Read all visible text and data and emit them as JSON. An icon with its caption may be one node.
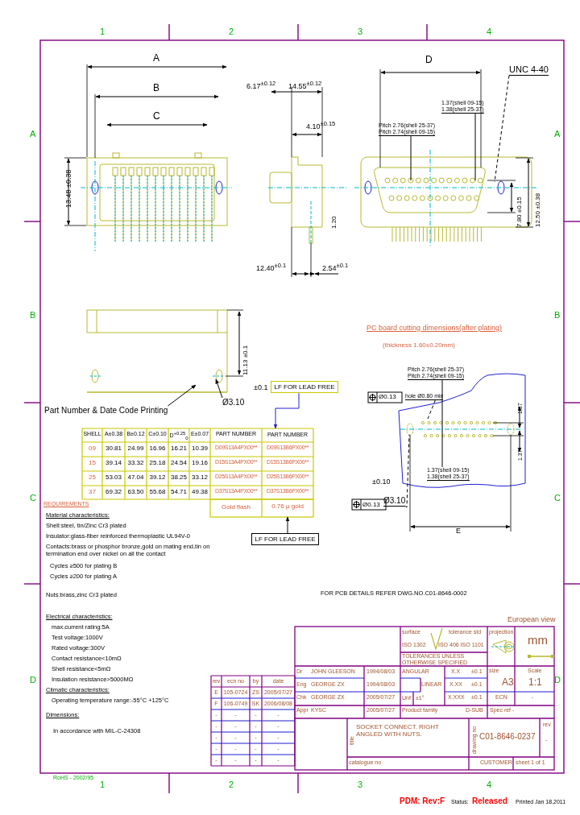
{
  "diagram": {
    "nodes": [
      {
        "text": [
          "UNC 4-40"
        ]
      },
      {
        "text": [
          "LF FOR LEAD FREE"
        ],
        "beside": [
          "±0.1"
        ]
      },
      {
        "text": [
          "Ø3.10"
        ]
      },
      {
        "text": [
          "Part Number & Date Code Printing"
        ]
      },
      {
        "text": [
          "LF FOR LEAD FREE"
        ]
      },
      {
        "text": [
          "1.37(shell 09-15)",
          "1.38(shell 25-37)"
        ]
      },
      {
        "text": [
          "Pitch 2.76(shell 25-37)",
          "Pitch 2.74(shell 09-15)"
        ]
      },
      {
        "text": [
          "Pitch 2.76(shell 25-37)",
          "Pitch 2.74(shell 09-15)"
        ]
      },
      {
        "text": [
          "hole Ø0.80 min"
        ]
      },
      {
        "text": [
          "1.37(shell 09-15)",
          "1.38(shell 25-37)"
        ]
      },
      {
        "text": [
          "Ø3.10"
        ],
        "beside": [
          "Ø0.13"
        ]
      },
      {
        "text": [
          "PART NUMBER"
        ]
      },
      {
        "text": [
          "0.76 μ gold"
        ]
      }
    ],
    "edges": [
      {
        "from": 0,
        "to": null,
        "arrow": "none",
        "style": "dashed"
      },
      {
        "from": 1,
        "to": 11,
        "arrow": "to",
        "color": "#2020d0"
      },
      {
        "from": 2,
        "to": null,
        "arrow": "to"
      },
      {
        "from": 3,
        "to": null,
        "arrow": "to"
      },
      {
        "from": 4,
        "to": 12,
        "arrow": "to"
      },
      {
        "from": 5,
        "to": null,
        "arrow": "none"
      },
      {
        "from": 6,
        "to": null,
        "arrow": "none"
      },
      {
        "from": 7,
        "to": 9,
        "arrow": "none"
      },
      {
        "from": 8,
        "to": null,
        "arrow": "none",
        "style": "dashed"
      },
      {
        "from": 10,
        "to": null,
        "arrow": "none",
        "style": "dashed"
      }
    ],
    "labels": [
      "1",
      "2",
      "3",
      "4",
      "A",
      "A",
      "A",
      "B",
      "C",
      "6.17$^{±0.12}$",
      "14.55$^{±0.12}$",
      "4.10$^{±0.15}$",
      "13.48 ±0.38",
      "1.20",
      "12.40$^{±0.1}$",
      "2.54$^{±0.1}$",
      "D",
      "7.80 ±0.15",
      "12.50 ±0.38",
      "B",
      "B",
      "11.13 ±0.1",
      "PC board cutting dimensions(after plating)",
      "(thickness 1.60±0.20mm)",
      "Ø0.13",
      "1.37",
      "1.37",
      "±0.10",
      "E",
      "C",
      "C",
      "SHELL",
      "A±0.38",
      "B±0.12",
      "C±0.10",
      "D$^{+0.25}$$_{0}$",
      "E±0.07",
      "PART NUMBER",
      "09",
      "30.81",
      "24.99",
      "16.96",
      "16.21",
      "10.39",
      "D09S13A4PX00**",
      "D09S13B6PX00**",
      "15",
      "39.14",
      "33.32",
      "25.18",
      "24.54",
      "19.16",
      "D15S13A4PX00**",
      "D15S13B6PX00**",
      "25",
      "53.03",
      "47.04",
      "39.12",
      "38.25",
      "33.12",
      "D25S13A4PX00**",
      "D25S13B6PX00**",
      "37",
      "69.32",
      "63.50",
      "55.68",
      "54.71",
      "49.38",
      "D37S13A4PX00**",
      "D37S13B6PX00**",
      "Gold flash",
      "REQUIREMENTS",
      "Material characteristics:",
      "Shell:steel, tin/Zinc Cr3 plated",
      "Insulator:glass-fiber reinforced thermoplastic UL94V-0",
      "Contacts:brass or phosphor bronze,gold on mating end,tin on termination end over nickel on all the contact",
      "Cycles ≥500 for plating B",
      "Cycles ≥200 for plating A",
      "Nuts:brass,zinc Cr3 plated",
      "FOR PCB DETAILS REFER DWG.NO.C01-8646-0002",
      "Electrical characteristics:",
      "max.current rating:5A",
      "Test voltage:1000V",
      "Rated voltage:300V",
      "Contact resistance<10mΩ",
      "Shell resistance<5mΩ",
      "Insulation resistance>5000MΩ",
      "Climatic characteristics:",
      "Operating temperature range:-55°C +125°C",
      "Dimensions:",
      "In accordance with MIL-C-24308",
      "European view",
      "rev",
      "ecn no",
      "by",
      "date",
      "E",
      "105-0724",
      "ZS",
      "2005/07/27",
      "F",
      "106-0749",
      "SK",
      "2006/08/08",
      "-",
      "-",
      "-",
      "-",
      "-",
      "-",
      "-",
      "-",
      "-",
      "-",
      "-",
      "-",
      "-",
      "-",
      "-",
      "-",
      "-",
      "-",
      "-",
      "-",
      "surface",
      "ISO 1302",
      "tolerance std",
      "ISO 406 ISO 1101",
      "TOLERANCES UNLESS OTHERWISE SPECIFIED",
      "projection",
      "mm",
      "Dr",
      "JOHN GLEESON",
      "1994/08/03",
      "Eng",
      "GEORGE ZX",
      "1994/08/03",
      "Chk",
      "GEORGE ZX",
      "2005/07/27",
      "Appr",
      "KYSC",
      "2005/07/27",
      "ANGULAR",
      "Unf",
      "±1°",
      "LINEAR",
      "X.X",
      "±0.1",
      "X.XX",
      "±0.1",
      "X.XXX",
      "±0.1",
      "size",
      "A3",
      "Scale",
      "1:1",
      "ECN",
      "-",
      "Product family",
      "D-SUB",
      "Spec ref -",
      "title",
      "SOCKET CONNECT. RIGHT ANGLED WITH NUTS.",
      "drawing no",
      "C01-8646-0237",
      "rev",
      "-",
      "catalogue no",
      "CUSTOMER",
      "sheet 1 of 1",
      "D",
      "D",
      "RoHS - 2002/95",
      "1",
      "2",
      "3",
      "4",
      "PDM: Rev:F",
      "Status:",
      "Released",
      "Printed Jan 18,2011"
    ]
  }
}
